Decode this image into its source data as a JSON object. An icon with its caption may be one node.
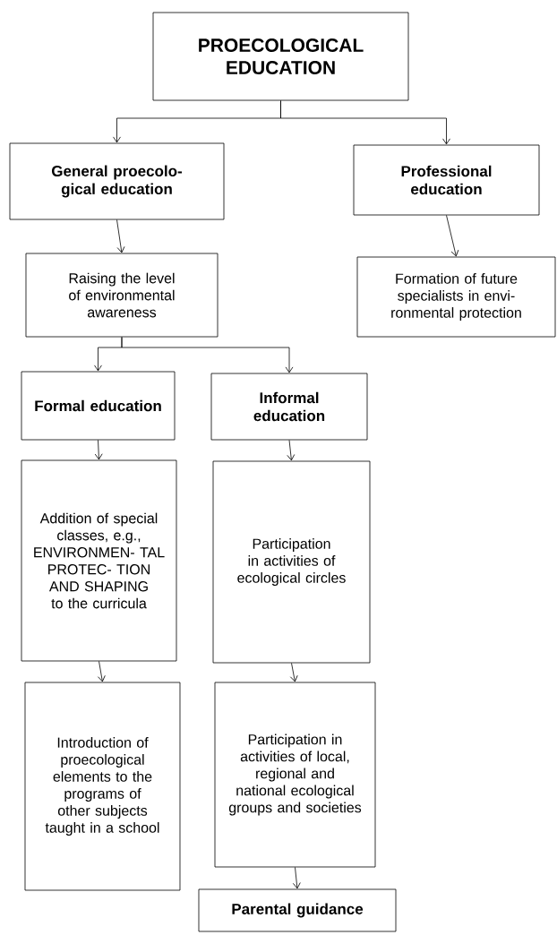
{
  "diagram": {
    "nodes": [
      {
        "text": [
          "PROECOLOGICAL EDUCATION"
        ]
      },
      {
        "text": [
          "General proecolo- gical education"
        ]
      },
      {
        "text": [
          "Professional education"
        ]
      },
      {
        "text": [
          "Raising the level of environmental awareness"
        ]
      },
      {
        "text": [
          "Formation of future specialists in envi- ronmental protection"
        ]
      },
      {
        "text": [
          "Formal education"
        ]
      },
      {
        "text": [
          "Informal education"
        ]
      },
      {
        "text": [
          "Addition of special classes, e.g., ENVIRONMEN- TAL PROTEC- TION AND SHAPING to the curricula"
        ]
      },
      {
        "text": [
          "Participation in activities of ecological circles"
        ]
      },
      {
        "text": [
          "Introduction of proecological elements to the programs of other subjects taught in a school"
        ]
      },
      {
        "text": [
          "Participation in activities of local, regional and national ecological groups and societies"
        ]
      },
      {
        "text": [
          "Parental guidance"
        ]
      }
    ],
    "edges": [
      {
        "from": 0,
        "to": 1,
        "arrow": "to"
      },
      {
        "from": 0,
        "to": 2,
        "arrow": "to"
      },
      {
        "from": 1,
        "to": 3,
        "arrow": "to"
      },
      {
        "from": 2,
        "to": 4,
        "arrow": "to"
      },
      {
        "from": 3,
        "to": 5,
        "arrow": "to"
      },
      {
        "from": 3,
        "to": 6,
        "arrow": "to"
      },
      {
        "from": 5,
        "to": 7,
        "arrow": "to"
      },
      {
        "from": 6,
        "to": 8,
        "arrow": "to"
      },
      {
        "from": 7,
        "to": 9,
        "arrow": "to"
      },
      {
        "from": 8,
        "to": 10,
        "arrow": "to"
      },
      {
        "from": 10,
        "to": 11,
        "arrow": "to"
      }
    ]
  }
}
